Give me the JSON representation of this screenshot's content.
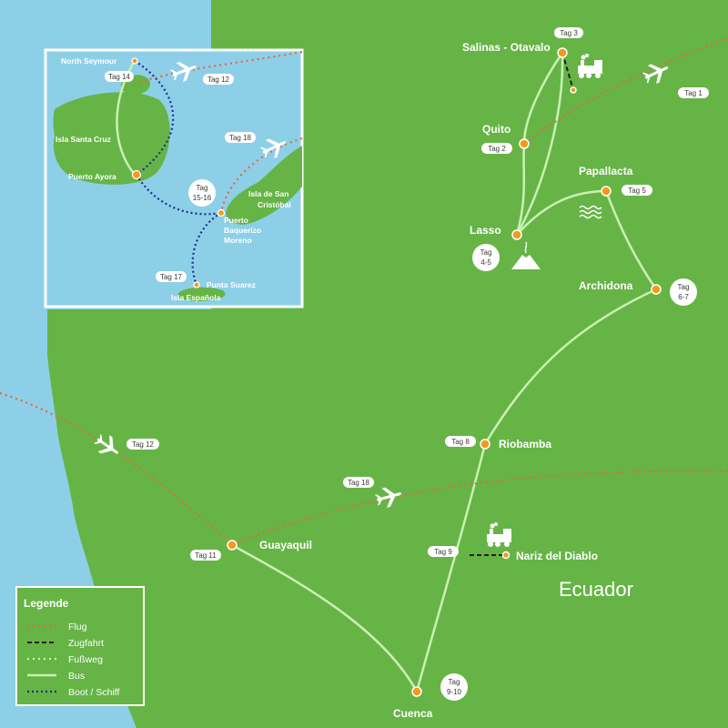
{
  "colors": {
    "water": "#8ecfe8",
    "land": "#66b446",
    "bus": "#c8f2b0",
    "flight": "#e06a40",
    "boat": "#1a2f8a",
    "train": "#1e1e1e",
    "point": "#f39a1a"
  },
  "country_label": "Ecuador",
  "legend": {
    "title": "Legende",
    "items": [
      {
        "label": "Flug",
        "style": "flight"
      },
      {
        "label": "Zugfahrt",
        "style": "train"
      },
      {
        "label": "Fußweg",
        "style": "walk"
      },
      {
        "label": "Bus",
        "style": "bus"
      },
      {
        "label": "Boot / Schiff",
        "style": "boat"
      }
    ]
  },
  "cities": {
    "salinas": "Salinas - Otavalo",
    "quito": "Quito",
    "papallacta": "Papallacta",
    "lasso": "Lasso",
    "archidona": "Archidona",
    "riobamba": "Riobamba",
    "nariz": "Nariz del Diablo",
    "guayaquil": "Guayaquil",
    "cuenca": "Cuenca"
  },
  "tags": {
    "salinas": "Tag 3",
    "quito": "Tag 2",
    "flight_in": "Tag 1",
    "papallacta": "Tag 5",
    "lasso": [
      "Tag",
      "4-5"
    ],
    "archidona": [
      "Tag",
      "6-7"
    ],
    "riobamba": "Tag 8",
    "nariz": "Tag 9",
    "guayaquil": "Tag 11",
    "cuenca": [
      "Tag",
      "9-10"
    ],
    "flight_out": "Tag 18",
    "flight_islands": "Tag 12"
  },
  "inset": {
    "north_seymour": "North Seymour",
    "santa_cruz": "Isla Santa Cruz",
    "puerto_ayora": "Puerto Ayora",
    "san_cristobal": [
      "Isla de San",
      "Cristóbal"
    ],
    "baquerizo": [
      "Puerto",
      "Baquerizo",
      "Moreno"
    ],
    "punta_suarez": "Punta Suarez",
    "espanola": "Isla Española",
    "tags": {
      "day14": "Tag 14",
      "day12": "Tag 12",
      "day18": "Tag 18",
      "day15": [
        "Tag",
        "15-16"
      ],
      "day17": "Tag 17"
    }
  }
}
